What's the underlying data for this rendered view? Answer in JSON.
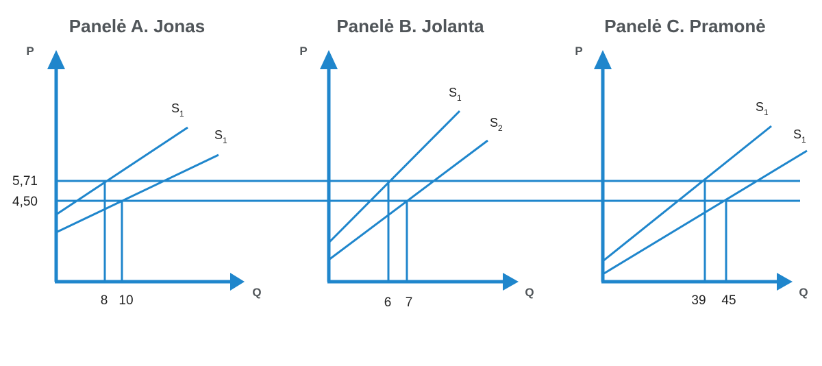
{
  "colors": {
    "line": "#1f86cc",
    "text": "#505559"
  },
  "chart_data": {
    "type": "line",
    "price_levels": [
      "5,71",
      "4,50"
    ],
    "panels": [
      {
        "title": "Panelė A. Jonas",
        "ylabel": "P",
        "xlabel": "Q",
        "supply_curves": [
          {
            "label": "S",
            "sub": "1"
          },
          {
            "label": "S",
            "sub": "1"
          }
        ],
        "quantity_ticks": [
          "8",
          "10"
        ]
      },
      {
        "title": "Panelė B. Jolanta",
        "ylabel": "P",
        "xlabel": "Q",
        "supply_curves": [
          {
            "label": "S",
            "sub": "1"
          },
          {
            "label": "S",
            "sub": "2"
          }
        ],
        "quantity_ticks": [
          "6",
          "7"
        ]
      },
      {
        "title": "Panelė C. Pramonė",
        "ylabel": "P",
        "xlabel": "Q",
        "supply_curves": [
          {
            "label": "S",
            "sub": "1"
          },
          {
            "label": "S",
            "sub": "1"
          }
        ],
        "quantity_ticks": [
          "39",
          "45"
        ]
      }
    ]
  }
}
